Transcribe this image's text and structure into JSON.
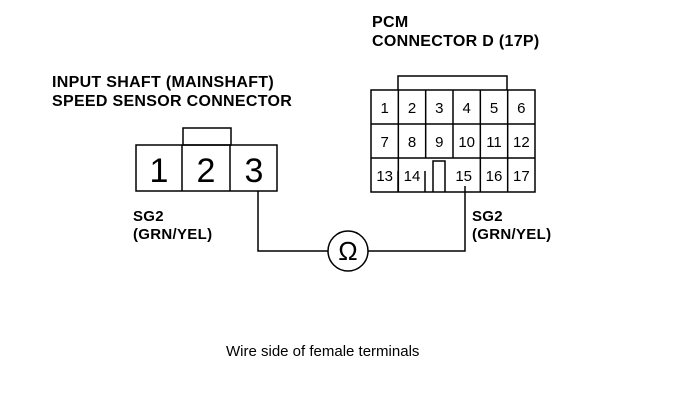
{
  "sensor": {
    "title_line1": "INPUT SHAFT (MAINSHAFT)",
    "title_line2": "SPEED SENSOR CONNECTOR",
    "terminals": [
      "1",
      "2",
      "3"
    ],
    "wire_label_line1": "SG2",
    "wire_label_line2": "(GRN/YEL)"
  },
  "pcm": {
    "title_line1": "PCM",
    "title_line2": "CONNECTOR D (17P)",
    "terminals": [
      "1",
      "2",
      "3",
      "4",
      "5",
      "6",
      "7",
      "8",
      "9",
      "10",
      "11",
      "12",
      "13",
      "14",
      "15",
      "16",
      "17"
    ],
    "wire_label_line1": "SG2",
    "wire_label_line2": "(GRN/YEL)"
  },
  "meter": {
    "symbol": "Ω",
    "icon": "ohmmeter-icon"
  },
  "caption": "Wire side of female terminals"
}
